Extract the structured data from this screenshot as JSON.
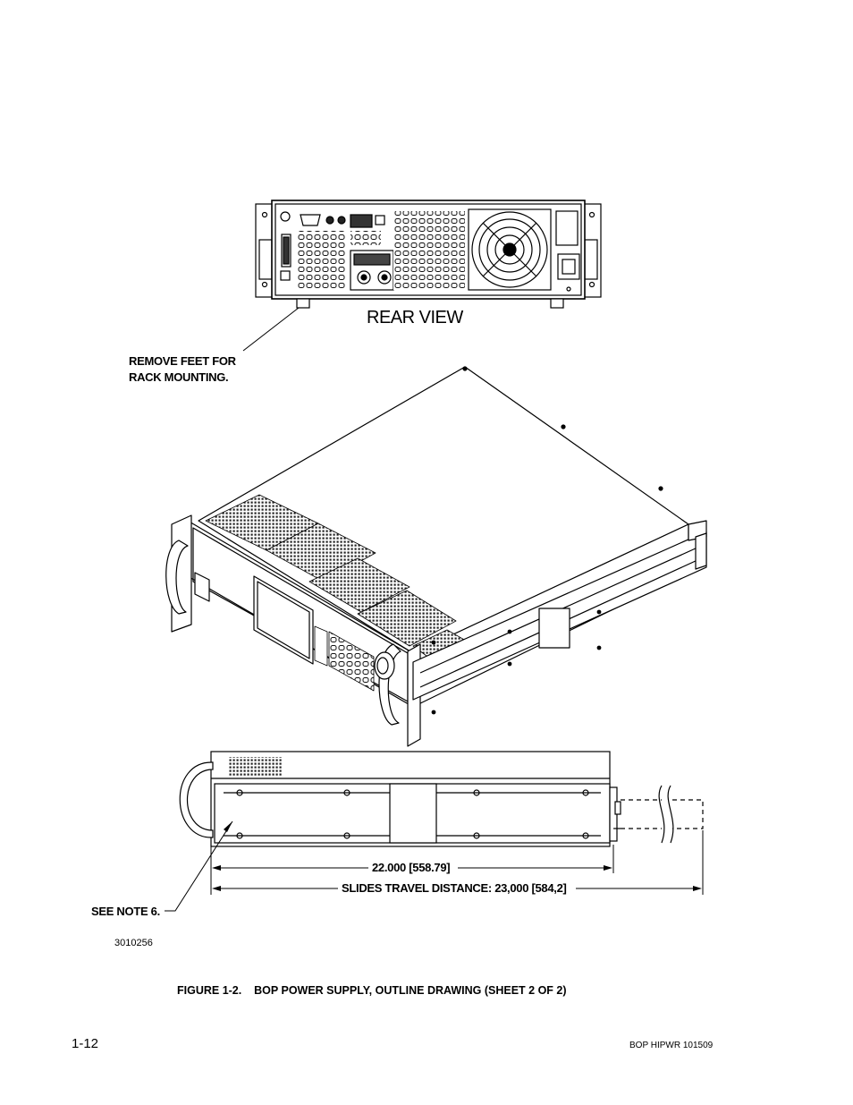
{
  "drawing": {
    "rear_view_label": "REAR VIEW",
    "remove_feet_note_line1": "REMOVE FEET FOR",
    "remove_feet_note_line2": "RACK MOUNTING.",
    "see_note_label": "SEE NOTE 6.",
    "dimension_length": "22.000 [558.79]",
    "dimension_slides": "SLIDES TRAVEL DISTANCE: 23,000 [584,2]",
    "drawing_number": "3010256"
  },
  "caption": {
    "figure_number": "FIGURE 1-2.",
    "figure_title": "BOP POWER SUPPLY, OUTLINE DRAWING (SHEET 2 OF 2)"
  },
  "footer": {
    "page_number": "1-12",
    "document_id": "BOP HIPWR 101509"
  }
}
